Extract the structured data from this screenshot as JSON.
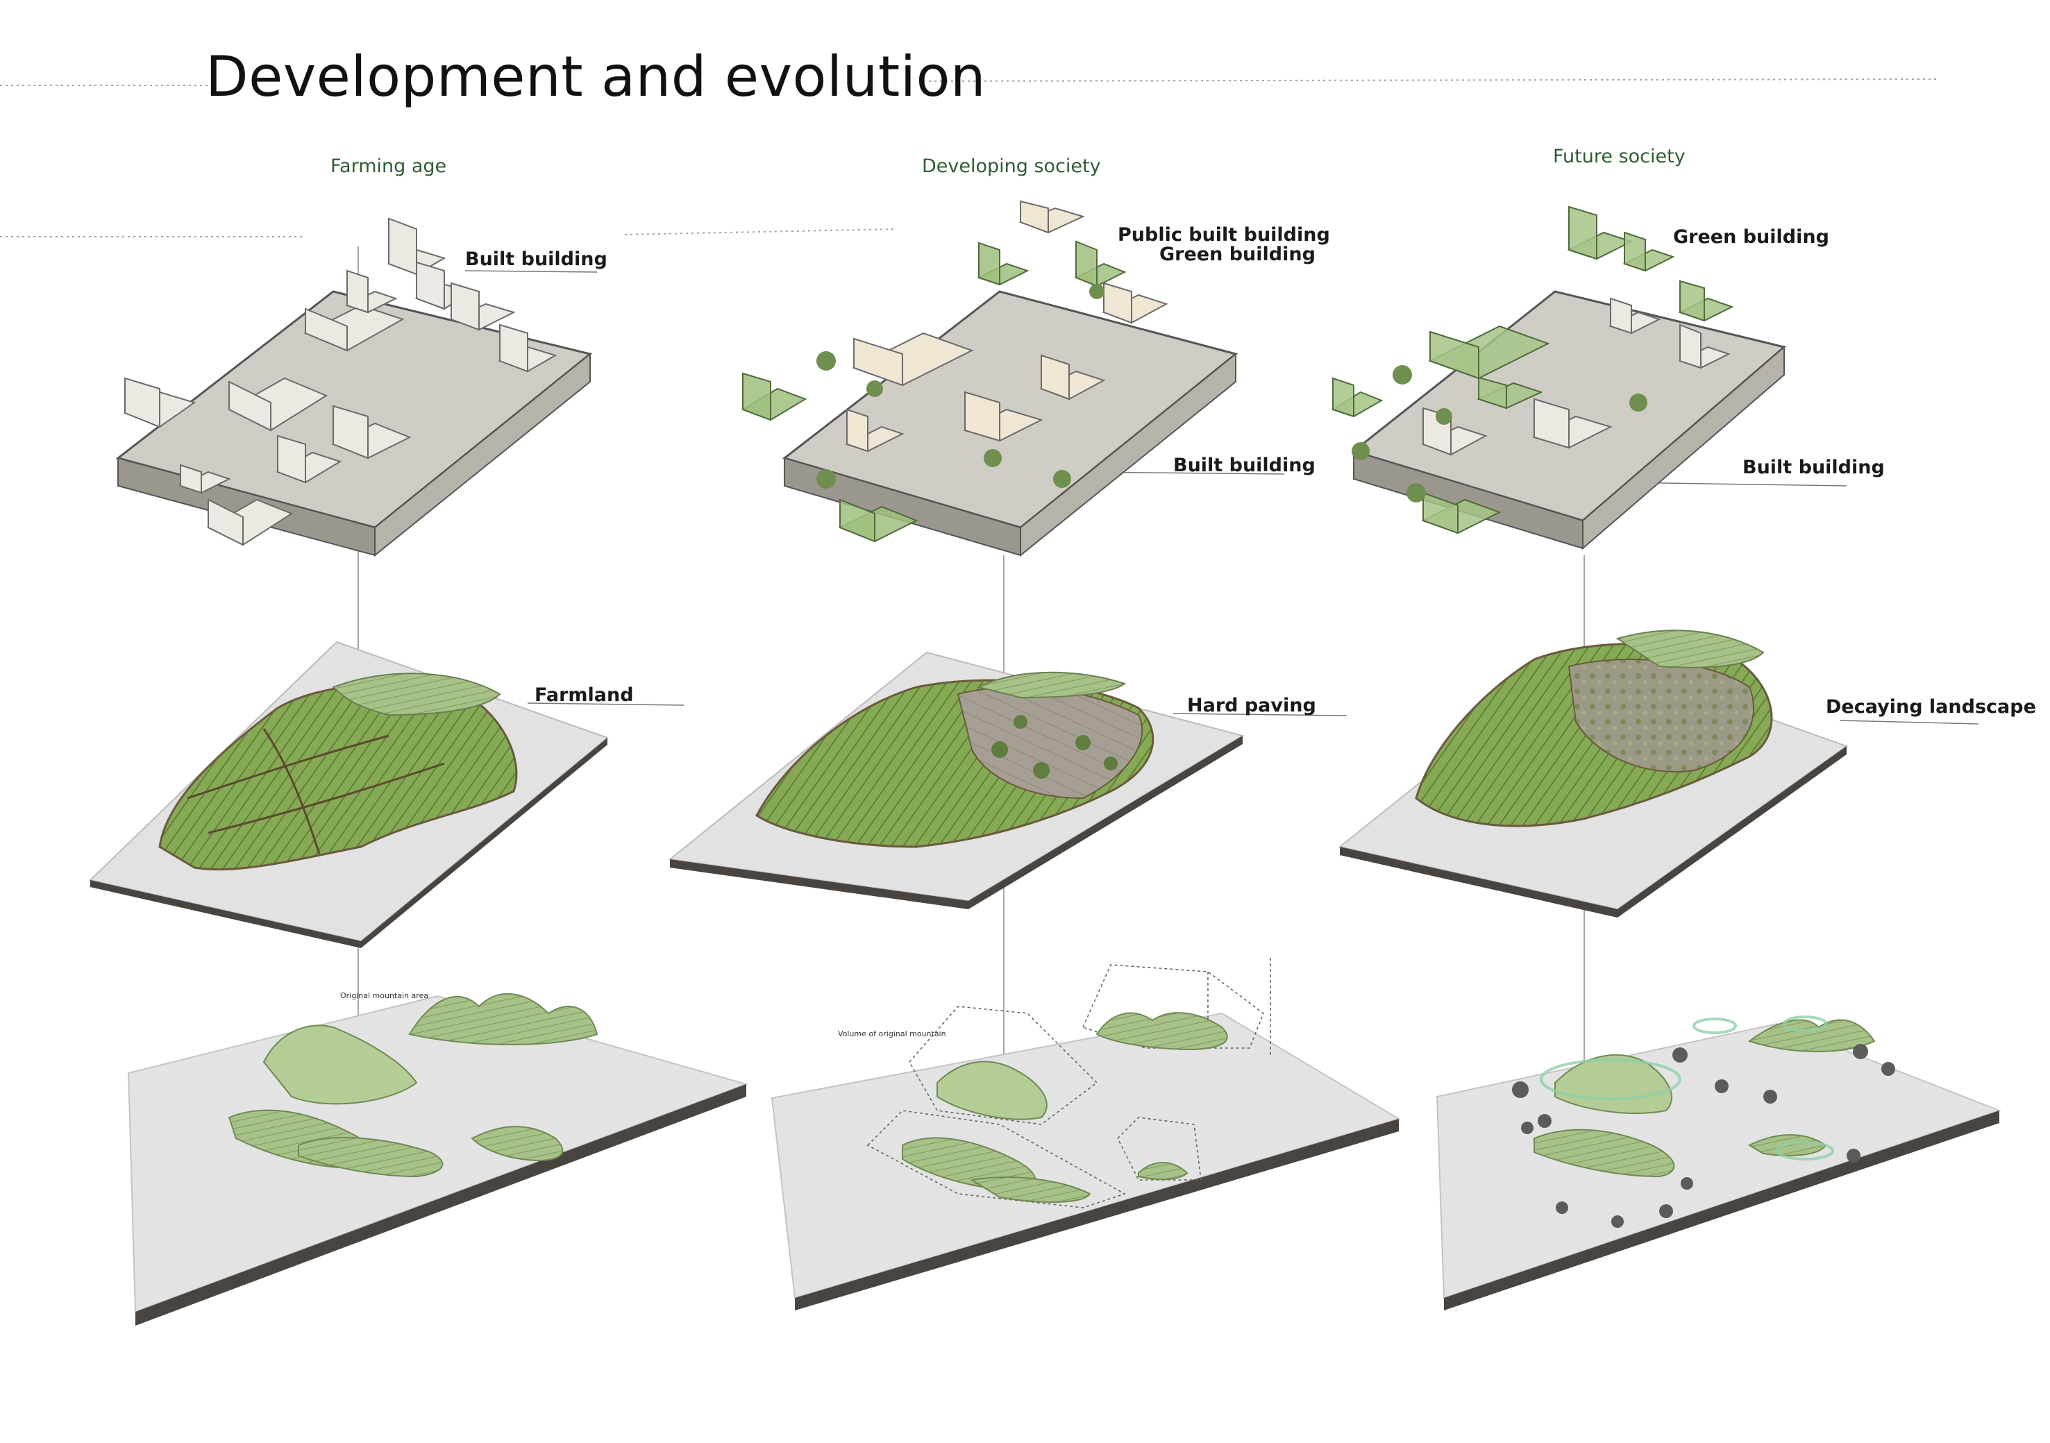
{
  "title": "Development and evolution",
  "columns": [
    {
      "heading": "Farming age"
    },
    {
      "heading": "Developing society"
    },
    {
      "heading": "Future  society"
    }
  ],
  "callouts": {
    "built_building_1": "Built building",
    "public_built_building": "Public built building",
    "green_building_2": "Green building",
    "built_building_2": "Built building",
    "green_building_3": "Green building",
    "built_building_3": "Built building",
    "farmland": "Farmland",
    "hard_paving": "Hard paving",
    "decaying_landscape": "Decaying landscape",
    "original_mountain_area": "Original mountain area",
    "volume_of_original_mountain": "Volume of original mountain"
  },
  "colors": {
    "heading_green": "#2e5d34",
    "building_white": "#ece9e2",
    "green_building": "#9fbf7e",
    "farmland_green": "#7fa44e",
    "mountain_green": "#a9c48a",
    "base_gray": "#e3e3e3",
    "base_edge": "#4a4440"
  }
}
